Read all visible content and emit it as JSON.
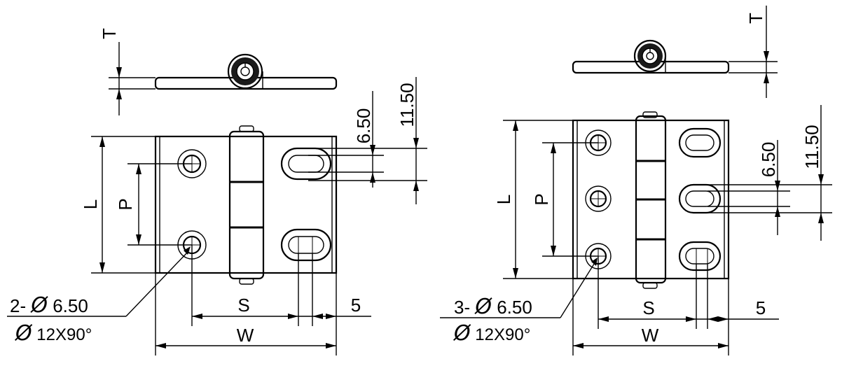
{
  "left_hinge": {
    "dims": {
      "T": "T",
      "L": "L",
      "P": "P",
      "S": "S",
      "W": "W",
      "edge": "5",
      "slot_small": "6.50",
      "slot_large": "11.50"
    },
    "hole_note": {
      "prefix": "2-",
      "symbol": "Ø",
      "diameter": "6.50",
      "csk_symbol": "Ø",
      "csk": "12X90°"
    }
  },
  "right_hinge": {
    "dims": {
      "T": "T",
      "L": "L",
      "P": "P",
      "S": "S",
      "W": "W",
      "edge": "5",
      "slot_small": "6.50",
      "slot_large": "11.50"
    },
    "hole_note": {
      "prefix": "3-",
      "symbol": "Ø",
      "diameter": "6.50",
      "csk_symbol": "Ø",
      "csk": "12X90°"
    }
  }
}
